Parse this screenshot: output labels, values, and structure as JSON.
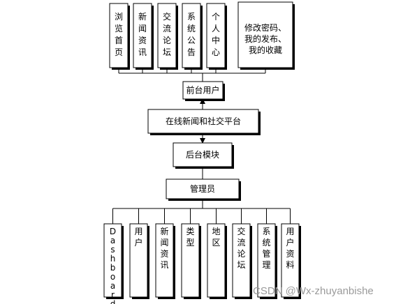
{
  "top_modules": [
    {
      "id": "browse-home",
      "label": "浏览首页"
    },
    {
      "id": "news-info",
      "label": "新闻资讯"
    },
    {
      "id": "forum",
      "label": "交流论坛"
    },
    {
      "id": "system-notice",
      "label": "系统公告"
    },
    {
      "id": "personal-center",
      "label": "个人中心"
    }
  ],
  "personal_detail": {
    "lines": [
      "修改密码、",
      "我的发布、",
      "我的收藏"
    ]
  },
  "frontend_user": {
    "label": "前台用户"
  },
  "platform": {
    "label": "在线新闻和社交平台"
  },
  "backend": {
    "label": "后台模块"
  },
  "admin": {
    "label": "管理员"
  },
  "bottom_modules": [
    {
      "id": "dashboard",
      "label": "Dashboard"
    },
    {
      "id": "users",
      "label": "用户"
    },
    {
      "id": "news-info",
      "label": "新闻资讯"
    },
    {
      "id": "types",
      "label": "类型"
    },
    {
      "id": "region",
      "label": "地区"
    },
    {
      "id": "forum",
      "label": "交流论坛"
    },
    {
      "id": "system-manage",
      "label": "系统管理"
    },
    {
      "id": "user-profile",
      "label": "用户资料"
    }
  ],
  "watermark": "CSDN @Wx-zhuyanbishe"
}
